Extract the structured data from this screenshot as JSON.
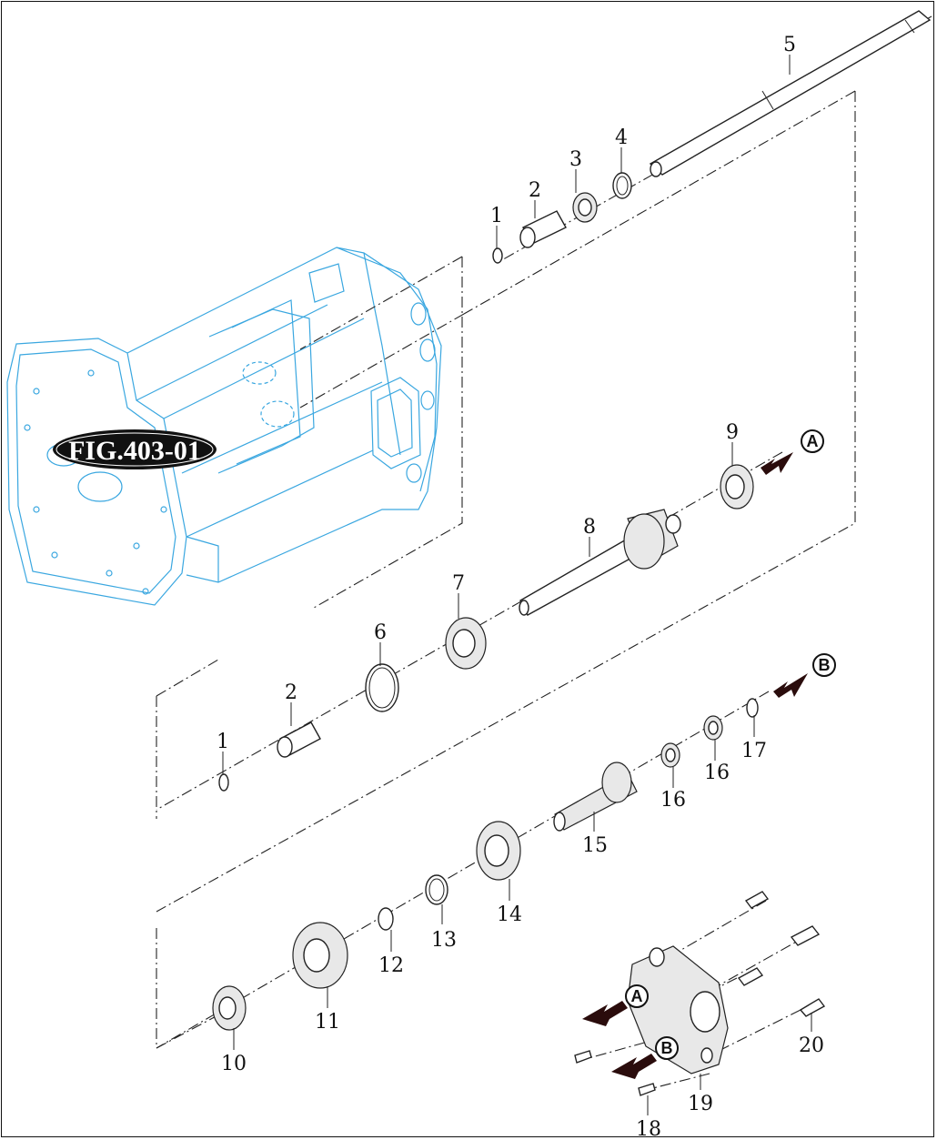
{
  "figure_ref": "FIG.403-01",
  "arrow_markers": {
    "a": "A",
    "b": "B"
  },
  "colors": {
    "housing_line": "#3aa7e0",
    "arrow": "#2a0c0c",
    "ink": "#111111"
  },
  "part_numbers": [
    {
      "id": "p5",
      "label": "5"
    },
    {
      "id": "p4",
      "label": "4"
    },
    {
      "id": "p3",
      "label": "3"
    },
    {
      "id": "p2a",
      "label": "2"
    },
    {
      "id": "p1a",
      "label": "1"
    },
    {
      "id": "p9",
      "label": "9"
    },
    {
      "id": "p8",
      "label": "8"
    },
    {
      "id": "p7",
      "label": "7"
    },
    {
      "id": "p6",
      "label": "6"
    },
    {
      "id": "p2b",
      "label": "2"
    },
    {
      "id": "p1b",
      "label": "1"
    },
    {
      "id": "p17",
      "label": "17"
    },
    {
      "id": "p16a",
      "label": "16"
    },
    {
      "id": "p16b",
      "label": "16"
    },
    {
      "id": "p15",
      "label": "15"
    },
    {
      "id": "p14",
      "label": "14"
    },
    {
      "id": "p13",
      "label": "13"
    },
    {
      "id": "p12",
      "label": "12"
    },
    {
      "id": "p11",
      "label": "11"
    },
    {
      "id": "p10",
      "label": "10"
    },
    {
      "id": "p20",
      "label": "20"
    },
    {
      "id": "p19",
      "label": "19"
    },
    {
      "id": "p18",
      "label": "18"
    }
  ]
}
